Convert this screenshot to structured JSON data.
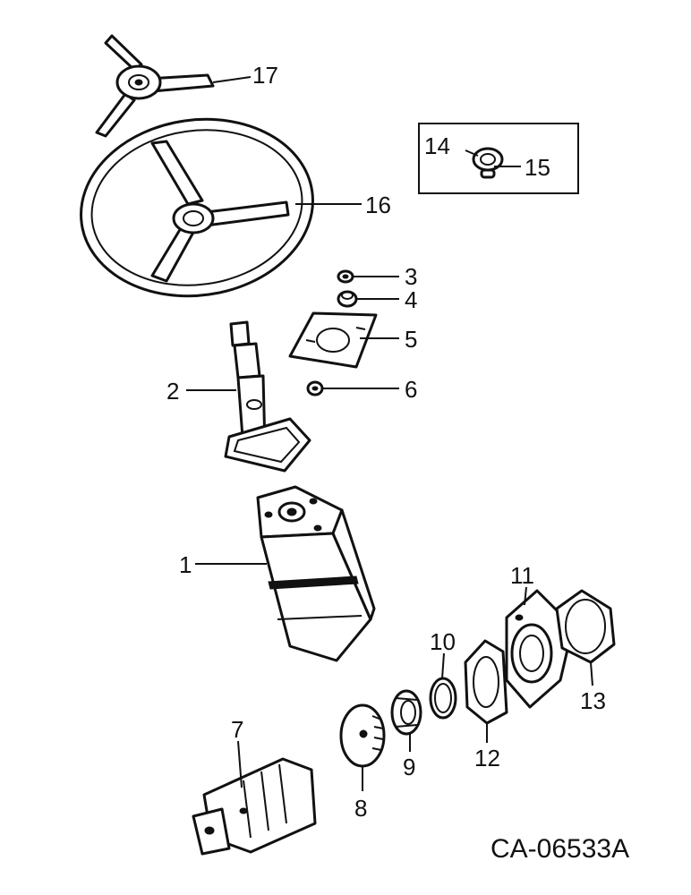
{
  "diagram": {
    "drawing_code": "CA-06533A",
    "callouts": [
      "1",
      "2",
      "3",
      "4",
      "5",
      "6",
      "7",
      "8",
      "9",
      "10",
      "11",
      "12",
      "13",
      "14",
      "15",
      "16",
      "17"
    ]
  }
}
